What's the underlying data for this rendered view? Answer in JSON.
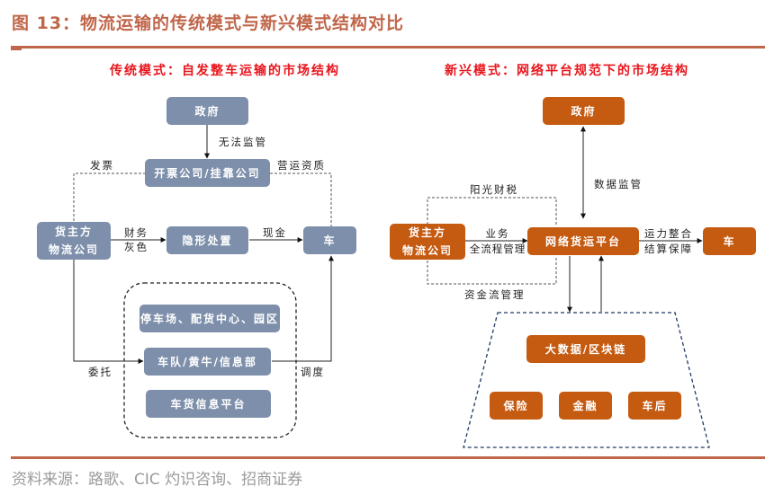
{
  "figure": {
    "title": "图 13：物流运输的传统模式与新兴模式结构对比",
    "source": "资料来源：路歌、CIC 灼识咨询、招商证券"
  },
  "colors": {
    "accent": "#C0664A",
    "subtitle_red": "#E8141C",
    "traditional_box": "#7D8FAA",
    "emerging_box": "#C55A11"
  },
  "traditional": {
    "title": "传统模式：自发整车运输的市场结构",
    "nodes": {
      "government": "政府",
      "invoice_company": "开票公司/挂靠公司",
      "shipper_line1": "货主方",
      "shipper_line2": "物流公司",
      "hidden_disposal": "隐形处置",
      "vehicle": "车",
      "parking_hub": "停车场、配货中心、园区",
      "fleet_broker": "车队/黄牛/信息部",
      "freight_info_platform": "车货信息平台"
    },
    "edges": {
      "no_regulation": "无法监管",
      "invoice": "发票",
      "operating_qualification": "营运资质",
      "finance_line1": "财务",
      "finance_line2": "灰色",
      "cash": "现金",
      "entrust": "委托",
      "dispatch": "调度"
    }
  },
  "emerging": {
    "title": "新兴模式：网络平台规范下的市场结构",
    "nodes": {
      "government": "政府",
      "shipper_line1": "货主方",
      "shipper_line2": "物流公司",
      "platform": "网络货运平台",
      "vehicle": "车",
      "bigdata": "大数据/区块链",
      "insurance": "保险",
      "finance": "金融",
      "aftermarket": "车后"
    },
    "edges": {
      "data_regulation": "数据监管",
      "sunshine_tax": "阳光财税",
      "business_line1": "业务",
      "business_line2": "全流程管理",
      "fund_flow": "资金流管理",
      "capacity_line1": "运力整合",
      "capacity_line2": "结算保障"
    }
  }
}
